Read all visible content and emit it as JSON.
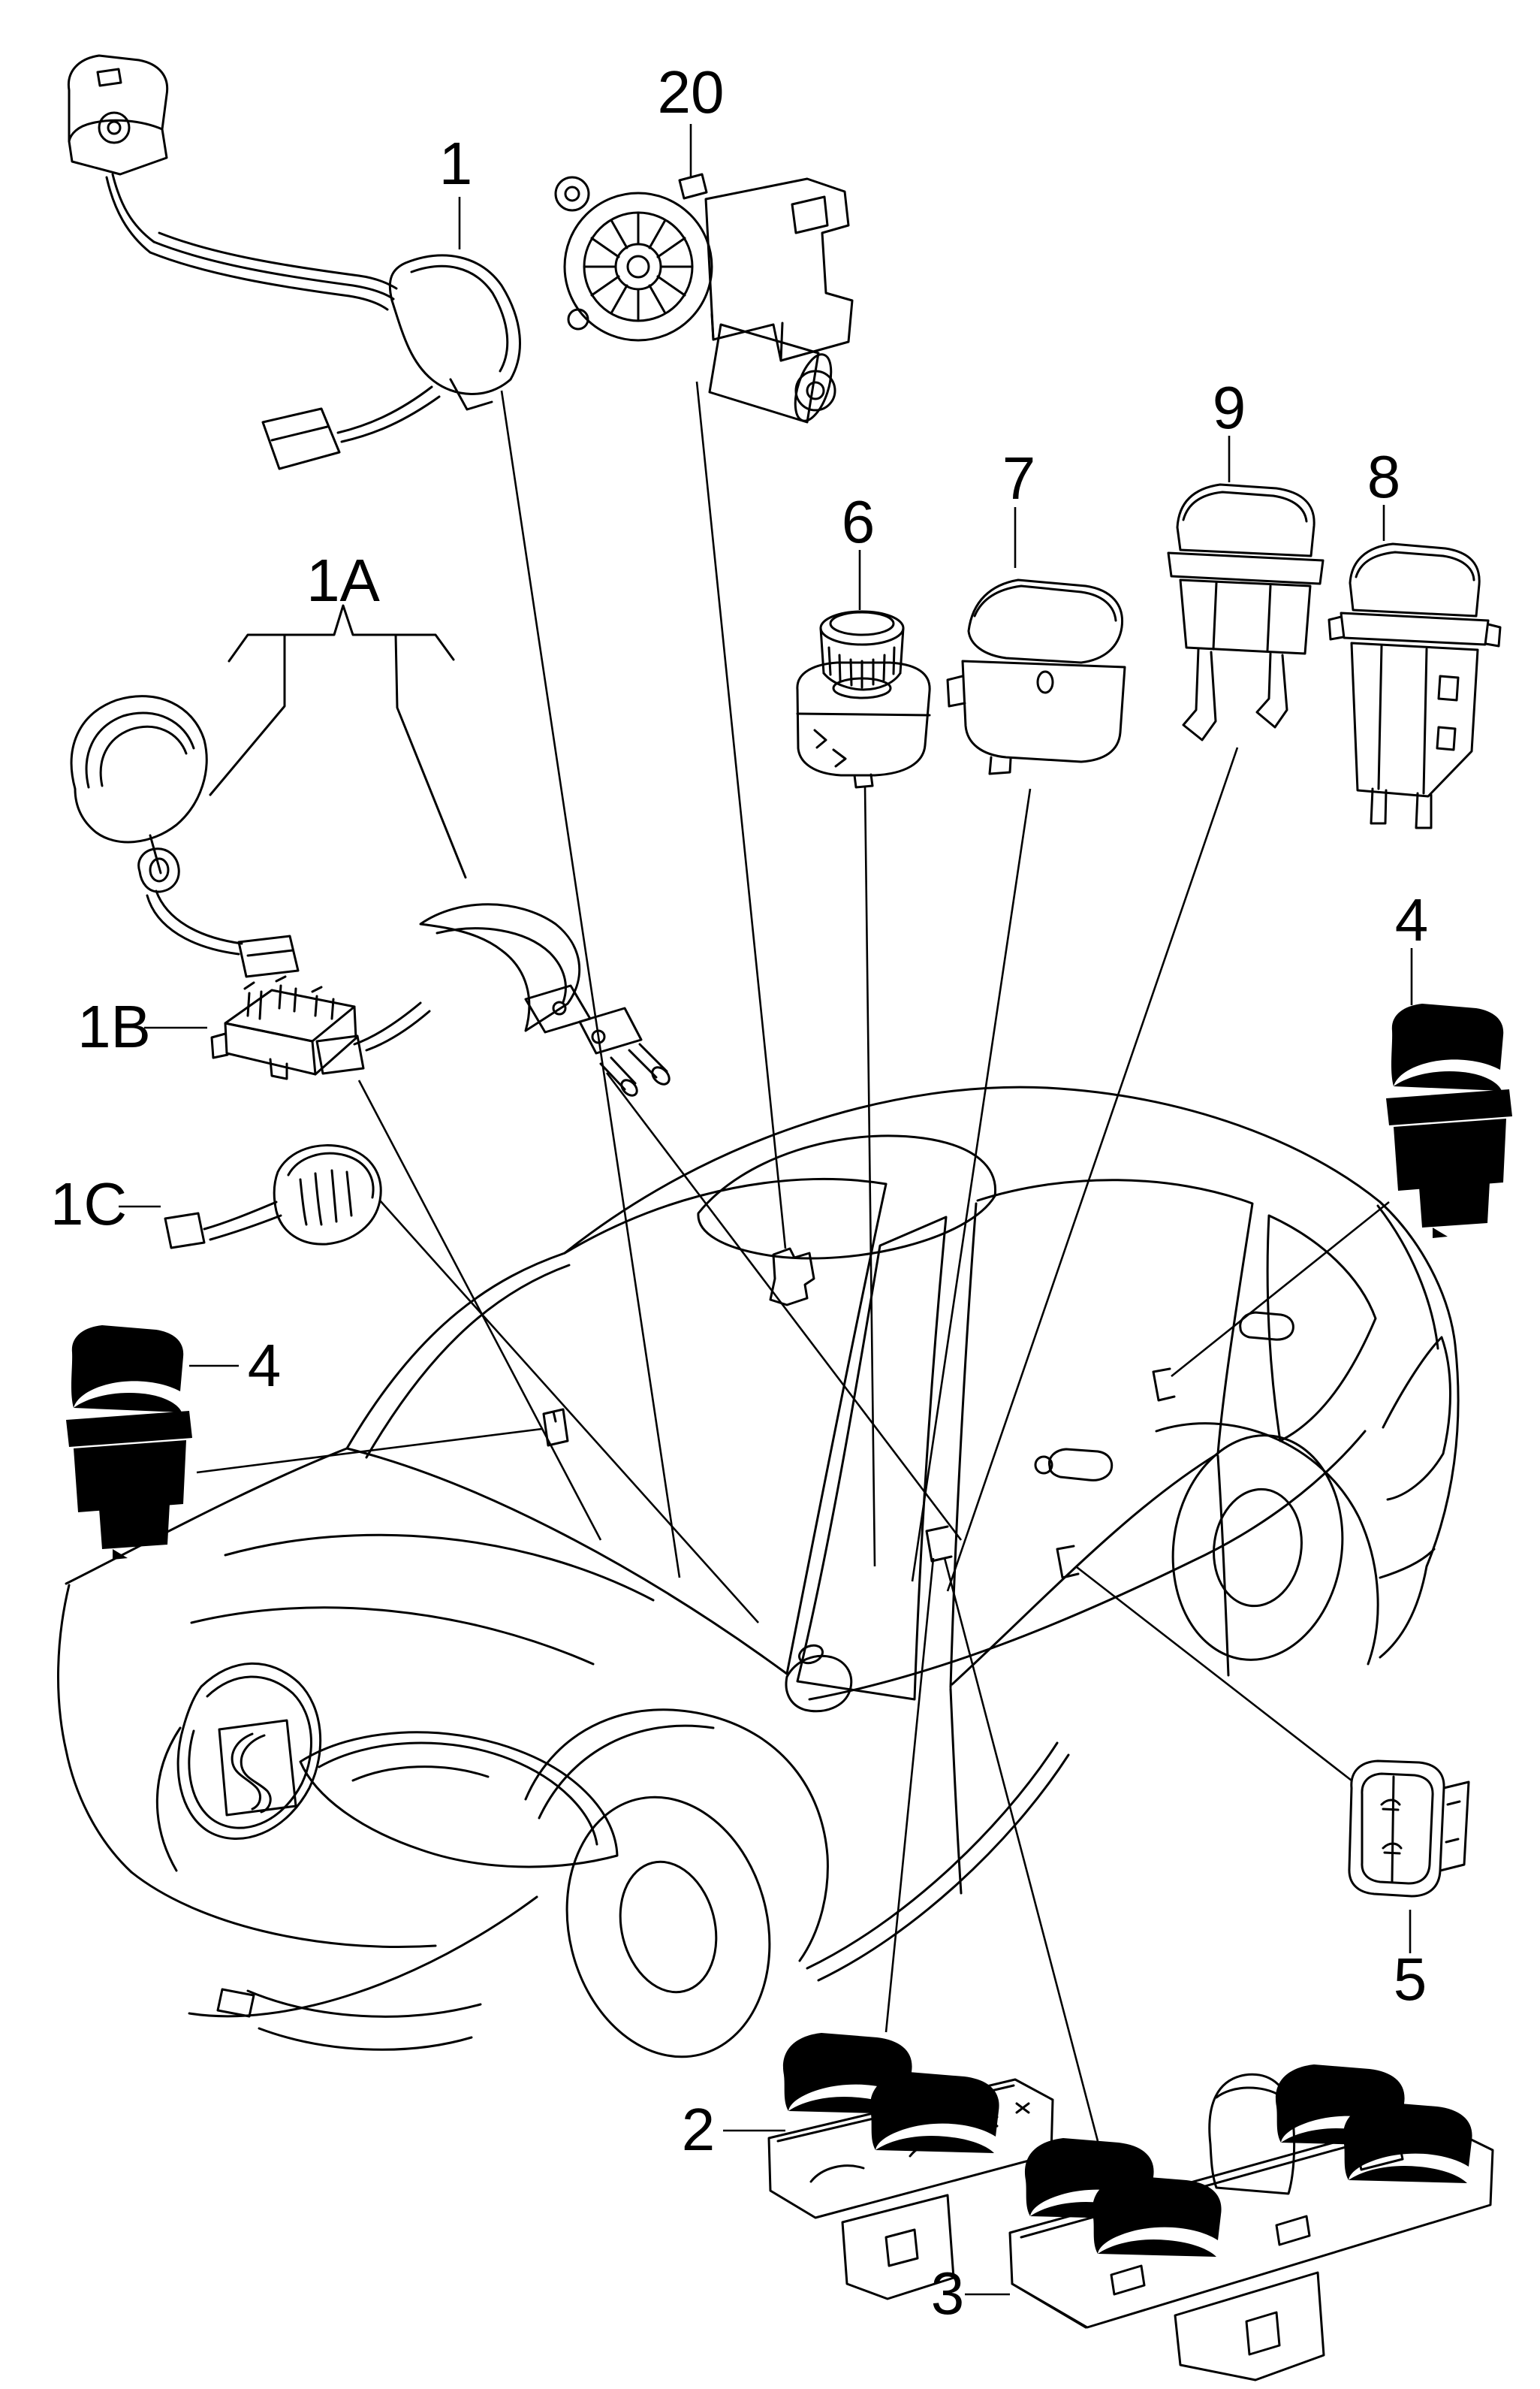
{
  "diagram": {
    "kind": "vehicle-parts-diagram",
    "colors": {
      "background": "#ffffff",
      "line": "#000000"
    },
    "callouts": [
      {
        "id": "1",
        "text": "1"
      },
      {
        "id": "1A",
        "text": "1A"
      },
      {
        "id": "1B",
        "text": "1B"
      },
      {
        "id": "1C",
        "text": "1C"
      },
      {
        "id": "2",
        "text": "2"
      },
      {
        "id": "3",
        "text": "3"
      },
      {
        "id": "4-left",
        "text": "4"
      },
      {
        "id": "4-right",
        "text": "4"
      },
      {
        "id": "5",
        "text": "5"
      },
      {
        "id": "6",
        "text": "6"
      },
      {
        "id": "7",
        "text": "7"
      },
      {
        "id": "8",
        "text": "8"
      },
      {
        "id": "9",
        "text": "9"
      },
      {
        "id": "20",
        "text": "20"
      }
    ]
  }
}
